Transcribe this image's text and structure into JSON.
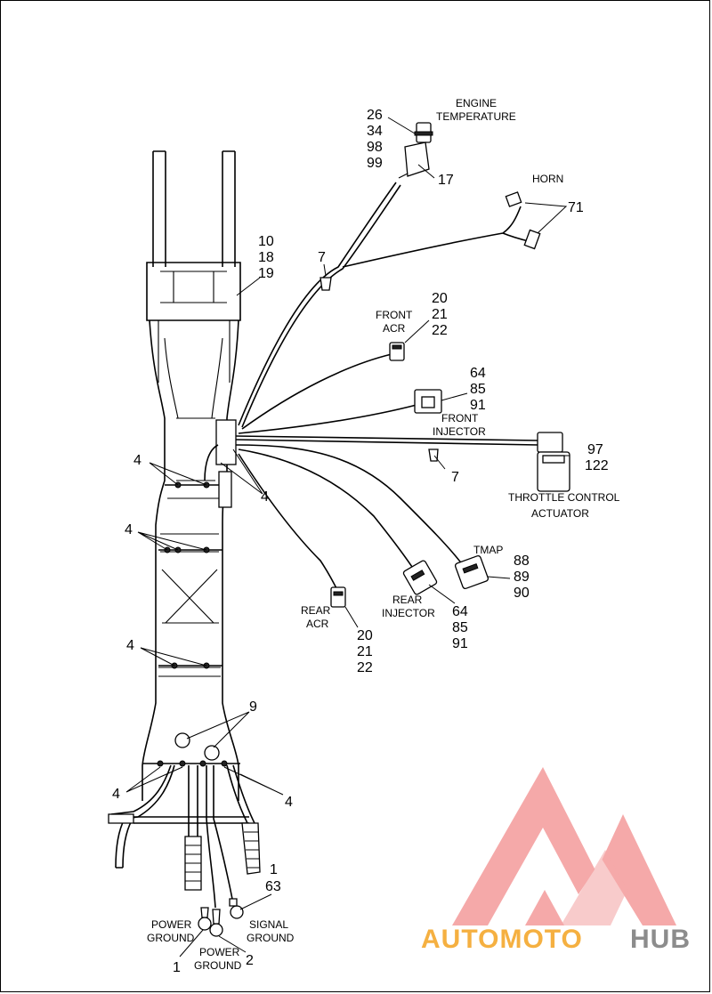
{
  "labels": {
    "engine_temperature": [
      "ENGINE",
      "TEMPERATURE"
    ],
    "horn": "HORN",
    "front_acr": [
      "FRONT",
      "ACR"
    ],
    "front_injector": [
      "FRONT",
      "INJECTOR"
    ],
    "throttle_control": [
      "THROTTLE CONTROL",
      "ACTUATOR"
    ],
    "tmap": "TMAP",
    "rear_injector": [
      "REAR",
      "INJECTOR"
    ],
    "rear_acr": [
      "REAR",
      "ACR"
    ],
    "power_ground_left": [
      "POWER",
      "GROUND"
    ],
    "power_ground_mid": [
      "POWER",
      "GROUND"
    ],
    "signal_ground": [
      "SIGNAL",
      "GROUND"
    ]
  },
  "callouts": {
    "engine_temp_parts": [
      "26",
      "34",
      "98",
      "99"
    ],
    "engine_temp_sensor": "17",
    "horn": "71",
    "frame_top": [
      "10",
      "18",
      "19"
    ],
    "clip_top": "7",
    "front_acr": [
      "20",
      "21",
      "22"
    ],
    "front_injector": [
      "64",
      "85",
      "91"
    ],
    "throttle_control": [
      "97",
      "122"
    ],
    "clip_mid": "7",
    "clip_left_1": "4",
    "clip_side": "4",
    "clip_left_2": "4",
    "clip_left_3": "4",
    "tmap": [
      "88",
      "89",
      "90"
    ],
    "rear_injector": [
      "64",
      "85",
      "91"
    ],
    "rear_acr": [
      "20",
      "21",
      "22"
    ],
    "grommet": "9",
    "clip_bottom_left": "4",
    "clip_bottom_right": "4",
    "ground_right": [
      "1",
      "63"
    ],
    "ground_left": "1",
    "ground_mid": "2"
  },
  "watermark": {
    "text_orange": "AUTOMOTO",
    "text_gray": "HUB",
    "color_red": "#f08080",
    "color_orange": "#f5b041",
    "color_gray": "#8c8c8c"
  }
}
